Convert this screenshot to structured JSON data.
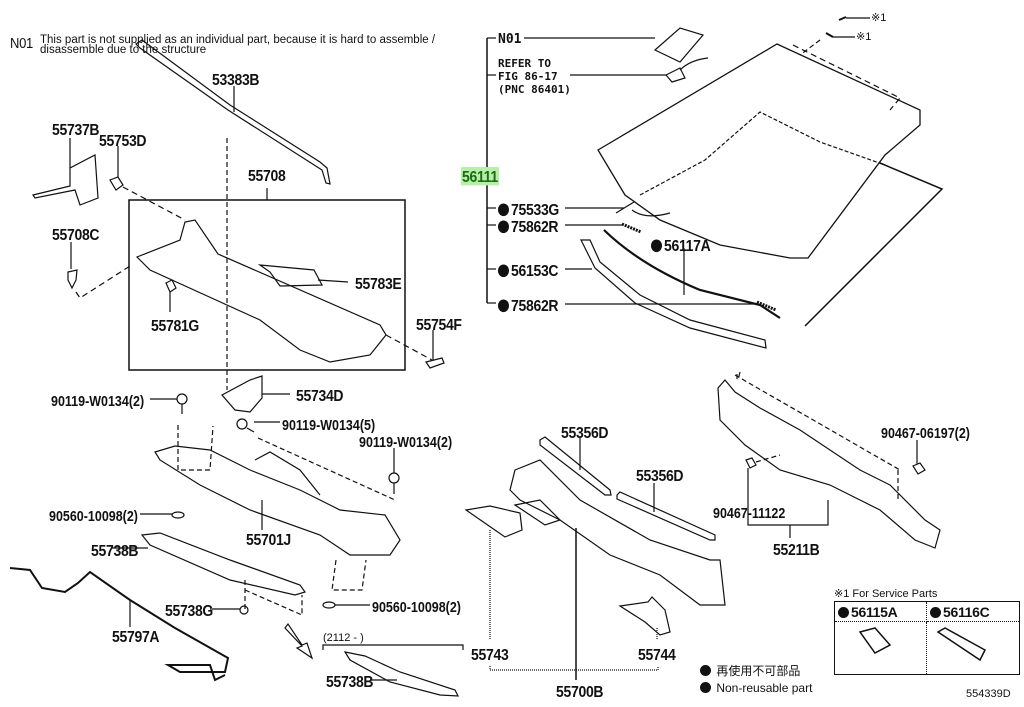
{
  "note": {
    "code": "N01",
    "text_line1": "This part is not supplied as an individual part, because it is hard to assemble /",
    "text_line2": "disassemble due to the structure"
  },
  "windshield_group": {
    "main_part": "56111",
    "main_part_highlight_color": "#b6f0a8",
    "sub_items": [
      {
        "code": "N01",
        "nonreusable": false
      },
      {
        "code": "REFER TO\nFIG 86-17\n(PNC 86401)",
        "line1": "REFER TO",
        "line2": "FIG 86-17",
        "line3": "(PNC 86401)",
        "nonreusable": false
      },
      {
        "code": "75533G",
        "nonreusable": true
      },
      {
        "code": "75862R",
        "nonreusable": true
      },
      {
        "code": "56153C",
        "nonreusable": true
      },
      {
        "code": "75862R",
        "nonreusable": true
      }
    ],
    "other_parts": [
      {
        "code": "56117A",
        "nonreusable": true
      }
    ],
    "service_markers": [
      "※1",
      "※1"
    ]
  },
  "parts_left": [
    {
      "code": "53383B"
    },
    {
      "code": "55737B"
    },
    {
      "code": "55753D"
    },
    {
      "code": "55708"
    },
    {
      "code": "55708C"
    },
    {
      "code": "55783E"
    },
    {
      "code": "55781G"
    },
    {
      "code": "55754F"
    },
    {
      "code": "55734D"
    },
    {
      "code": "90119-W0134(2)"
    },
    {
      "code": "90119-W0134(5)"
    },
    {
      "code": "90119-W0134(2)"
    },
    {
      "code": "90560-10098(2)"
    },
    {
      "code": "55701J"
    },
    {
      "code": "55738B"
    },
    {
      "code": "55738G"
    },
    {
      "code": "90560-10098(2)"
    },
    {
      "code": "55797A"
    },
    {
      "code": "55738B"
    }
  ],
  "date_range": "(2112 -     )",
  "parts_center": [
    {
      "code": "55356D"
    },
    {
      "code": "55356D"
    },
    {
      "code": "55743"
    },
    {
      "code": "55744"
    },
    {
      "code": "55700B"
    }
  ],
  "parts_right": [
    {
      "code": "90467-06197(2)"
    },
    {
      "code": "90467-11122"
    },
    {
      "code": "55211B"
    }
  ],
  "service_parts": {
    "title": "※1 For Service Parts",
    "items": [
      {
        "code": "56115A",
        "nonreusable": true
      },
      {
        "code": "56116C",
        "nonreusable": true
      }
    ]
  },
  "legend": {
    "japanese": "再使用不可部品",
    "english": "Non-reusable part"
  },
  "figure_number": "554339D"
}
